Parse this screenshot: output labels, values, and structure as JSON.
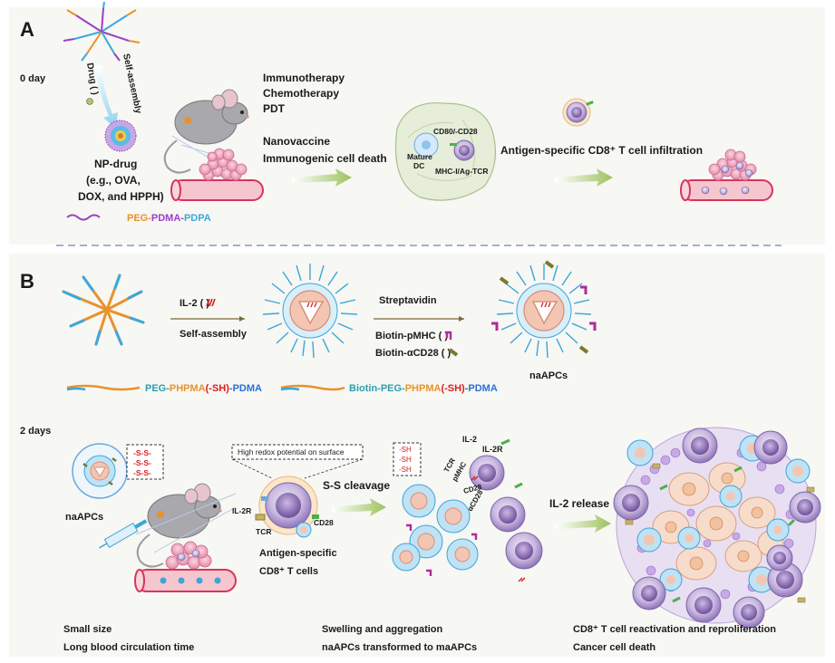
{
  "panelA": {
    "label": "A",
    "day": "0 day",
    "drug_arrow": "Drug (",
    "drug_arrow_close": ")",
    "self_assembly": "Self-assembly",
    "np_drug": "NP-drug",
    "np_examples_1": "(e.g., OVA,",
    "np_examples_2": "DOX, and HPPH)",
    "legend": {
      "peg": "PEG-",
      "pdma": "PDMA-",
      "pdpa": "PDPA"
    },
    "therapies": [
      "Immunotherapy",
      "Chemotherapy",
      "PDT"
    ],
    "effects": [
      "Nanovaccine",
      "Immunogenic cell death"
    ],
    "dc_labels": {
      "costim": "CD80/-CD28",
      "mature": "Mature",
      "dc": "DC",
      "mhc": "MHC-I/Ag-TCR"
    },
    "infiltration": "Antigen-specific CD8⁺ T cell infiltration"
  },
  "panelB": {
    "label": "B",
    "il2": "IL-2 (",
    "il2_close": ")",
    "self_assembly": "Self-assembly",
    "streptavidin": "Streptavidin",
    "biotin_pmhc": "Biotin-pMHC (",
    "biotin_pmhc_close": ")",
    "biotin_cd28": "Biotin-αCD28 (",
    "biotin_cd28_close": ")",
    "naapcs": "naAPCs",
    "legend1": {
      "peg": "PEG-",
      "phpma": "PHPMA",
      "sh": "(-SH)",
      "pdma": "-PDMA"
    },
    "legend2": {
      "biotin": "Biotin-PEG-",
      "phpma": "PHPMA",
      "sh": "(-SH)",
      "pdma": "-PDMA"
    },
    "day": "2 days",
    "ss_labels": [
      "-S-S-",
      "-S-S-",
      "-S-S-"
    ],
    "naapcs_left": "naAPCs",
    "redox": "High redox potential on surface",
    "il2r": "IL-2R",
    "tcr": "TCR",
    "cd28": "CD28",
    "cell_label_1": "Antigen-specific",
    "cell_label_2": "CD8⁺ T cells",
    "ss_cleavage": "S-S cleavage",
    "sh_labels": [
      "-SH",
      "-SH",
      "-SH"
    ],
    "il2_top": "IL-2",
    "il2r_top": "IL-2R",
    "tcr2": "TCR",
    "pmhc": "pMHC",
    "cd28_2": "CD28",
    "acd28": "αCD28",
    "il2_release": "IL-2 release",
    "bottom_left": [
      "Small size",
      "Long blood circulation time"
    ],
    "bottom_mid": [
      "Swelling and aggregation",
      "naAPCs transformed to maAPCs"
    ],
    "bottom_right": [
      "CD8⁺ T cell reactivation and reproliferation",
      "Cancer cell death"
    ]
  },
  "colors": {
    "peg": "#e8922a",
    "pdma": "#9b3fc4",
    "pdpa": "#3aa8e0",
    "phpma": "#e8922a",
    "sh": "#d62020",
    "pdma2": "#2a6fd6",
    "biotin": "#2a9fb0",
    "divider": "#7a9cc6",
    "arrow": "#a8c870"
  }
}
